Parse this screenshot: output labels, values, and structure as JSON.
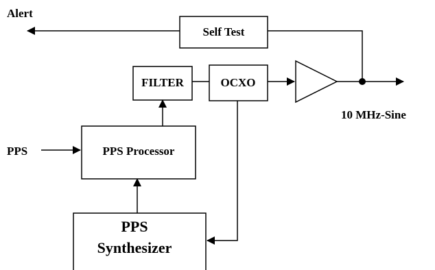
{
  "diagram": {
    "blocks": {
      "self_test": "Self Test",
      "filter": "FILTER",
      "ocxo": "OCXO",
      "pps_processor": "PPS Processor",
      "pps_synthesizer_line1": "PPS",
      "pps_synthesizer_line2": "Synthesizer"
    },
    "signals": {
      "alert": "Alert",
      "pps_input": "PPS",
      "output": "10 MHz-Sine"
    },
    "colors": {
      "stroke": "#000000",
      "background": "#ffffff",
      "text": "#000000"
    }
  }
}
